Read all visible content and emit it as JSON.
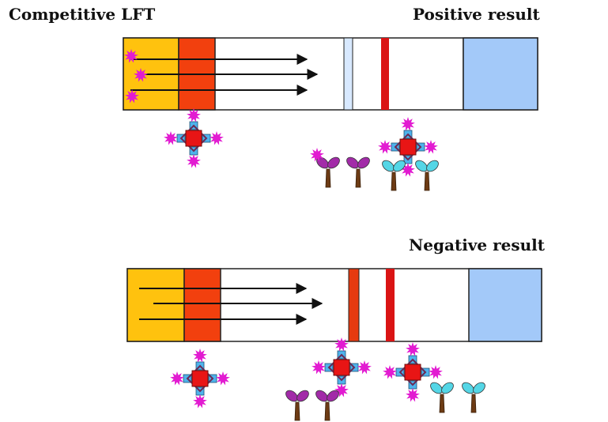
{
  "title": "Competitive LFT",
  "panels": [
    {
      "result_label": "Positive result"
    },
    {
      "result_label": "Negative result"
    }
  ],
  "colors": {
    "sample_pad": "#FFC20E",
    "conjugate_pad": "#F2400E",
    "test_line_positive": "#D8E9FF",
    "test_line_negative": "#E63A10",
    "control_line": "#DA1414",
    "absorbent_pad": "#A3C9F9",
    "analyte": "#E21BD1",
    "core": "#E81515",
    "core_antibody": "#4EB3EC",
    "capture_antibody": "#A22BA8",
    "control_antibody": "#54D6E6",
    "antibody_stem": "#6D3B14"
  }
}
